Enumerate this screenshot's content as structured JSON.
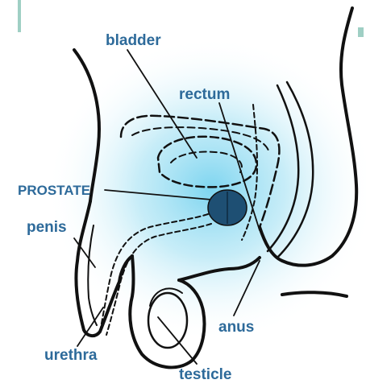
{
  "labels": {
    "bladder": "bladder",
    "rectum": "rectum",
    "prostate": "PROSTATE",
    "penis": "penis",
    "anus": "anus",
    "urethra": "urethra",
    "testicle": "testicle"
  },
  "colors": {
    "label_text": "#2d6a9a",
    "outline": "#111111",
    "glow": "#6fd0ee",
    "prostate": "#1e4f73",
    "accent_bar": "#9fcfc4"
  }
}
